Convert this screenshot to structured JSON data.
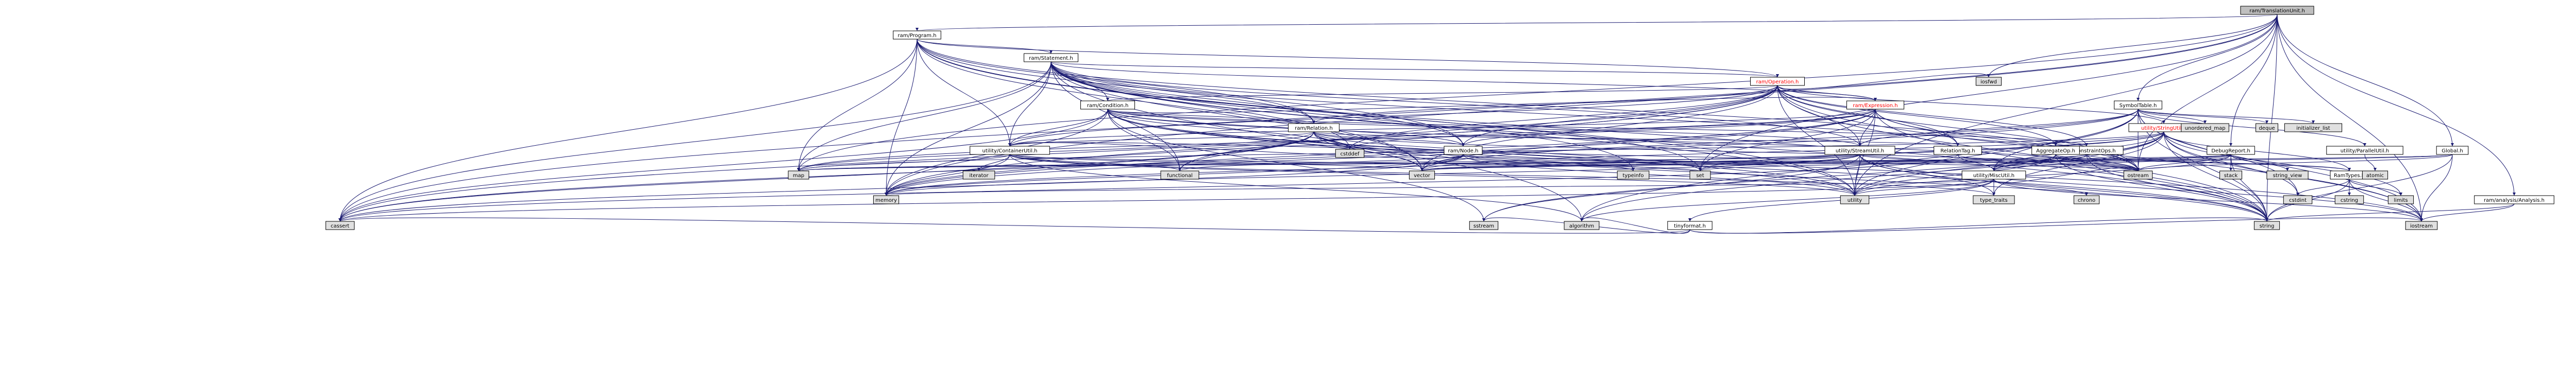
{
  "colors": {
    "edge": "#191970",
    "root_fill": "#bfbfbf",
    "node_fill": "#ffffff",
    "external_fill": "#e0e0e0",
    "red_label": "#ff0000"
  },
  "nodes": [
    {
      "id": "root",
      "label": "ram/TranslationUnit.h",
      "kind": "root"
    },
    {
      "id": "program",
      "label": "ram/Program.h",
      "kind": "internal"
    },
    {
      "id": "statement",
      "label": "ram/Statement.h",
      "kind": "internal"
    },
    {
      "id": "operation",
      "label": "ram/Operation.h",
      "kind": "internal",
      "red": true
    },
    {
      "id": "condition",
      "label": "ram/Condition.h",
      "kind": "internal"
    },
    {
      "id": "expression",
      "label": "ram/Expression.h",
      "kind": "internal",
      "red": true
    },
    {
      "id": "relation",
      "label": "ram/Relation.h",
      "kind": "internal"
    },
    {
      "id": "node",
      "label": "ram/Node.h",
      "kind": "internal"
    },
    {
      "id": "containerutil",
      "label": "utility/ContainerUtil.h",
      "kind": "internal"
    },
    {
      "id": "streamutil",
      "label": "utility/StreamUtil.h",
      "kind": "internal"
    },
    {
      "id": "relationtag",
      "label": "RelationTag.h",
      "kind": "internal"
    },
    {
      "id": "binaryops",
      "label": "BinaryConstraintOps.h",
      "kind": "internal"
    },
    {
      "id": "aggregateop",
      "label": "AggregateOp.h",
      "kind": "internal"
    },
    {
      "id": "stringutil",
      "label": "utility/StringUtil.h",
      "kind": "internal",
      "red": true
    },
    {
      "id": "symboltable",
      "label": "SymbolTable.h",
      "kind": "internal"
    },
    {
      "id": "debugreport",
      "label": "DebugReport.h",
      "kind": "internal"
    },
    {
      "id": "miscutil",
      "label": "utility/MiscUtil.h",
      "kind": "internal"
    },
    {
      "id": "tinyformat",
      "label": "tinyformat.h",
      "kind": "internal"
    },
    {
      "id": "ramtypes",
      "label": "RamTypes.h",
      "kind": "internal"
    },
    {
      "id": "parallelutil",
      "label": "utility/ParallelUtil.h",
      "kind": "internal"
    },
    {
      "id": "global",
      "label": "Global.h",
      "kind": "internal"
    },
    {
      "id": "analysis",
      "label": "ram/analysis/Analysis.h",
      "kind": "internal"
    },
    {
      "id": "cstddef",
      "label": "cstddef",
      "kind": "external"
    },
    {
      "id": "map",
      "label": "map",
      "kind": "external"
    },
    {
      "id": "iterator",
      "label": "iterator",
      "kind": "external"
    },
    {
      "id": "functional",
      "label": "functional",
      "kind": "external"
    },
    {
      "id": "vector",
      "label": "vector",
      "kind": "external"
    },
    {
      "id": "set",
      "label": "set",
      "kind": "external"
    },
    {
      "id": "typeinfo",
      "label": "typeinfo",
      "kind": "external"
    },
    {
      "id": "ostream",
      "label": "ostream",
      "kind": "external"
    },
    {
      "id": "memory",
      "label": "memory",
      "kind": "external"
    },
    {
      "id": "utility",
      "label": "utility",
      "kind": "external"
    },
    {
      "id": "cassert",
      "label": "cassert",
      "kind": "external"
    },
    {
      "id": "sstream",
      "label": "sstream",
      "kind": "external"
    },
    {
      "id": "algorithm",
      "label": "algorithm",
      "kind": "external"
    },
    {
      "id": "string",
      "label": "string",
      "kind": "external"
    },
    {
      "id": "iostream",
      "label": "iostream",
      "kind": "external"
    },
    {
      "id": "typetraits",
      "label": "type_traits",
      "kind": "external"
    },
    {
      "id": "chrono",
      "label": "chrono",
      "kind": "external"
    },
    {
      "id": "cstdint",
      "label": "cstdint",
      "kind": "external"
    },
    {
      "id": "cstring",
      "label": "cstring",
      "kind": "external"
    },
    {
      "id": "limits",
      "label": "limits",
      "kind": "external"
    },
    {
      "id": "iosfwd",
      "label": "iosfwd",
      "kind": "external"
    },
    {
      "id": "unordered_map",
      "label": "unordered_map",
      "kind": "external"
    },
    {
      "id": "deque",
      "label": "deque",
      "kind": "external"
    },
    {
      "id": "initializer_list",
      "label": "initializer_list",
      "kind": "external"
    },
    {
      "id": "stack",
      "label": "stack",
      "kind": "external"
    },
    {
      "id": "string_view",
      "label": "string_view",
      "kind": "external"
    },
    {
      "id": "atomic",
      "label": "atomic",
      "kind": "external"
    }
  ],
  "edges": [
    [
      "root",
      "program"
    ],
    [
      "root",
      "symboltable"
    ],
    [
      "root",
      "global"
    ],
    [
      "root",
      "analysis"
    ],
    [
      "root",
      "debugreport"
    ],
    [
      "root",
      "cassert"
    ],
    [
      "root",
      "memory"
    ],
    [
      "root",
      "map"
    ],
    [
      "root",
      "iostream"
    ],
    [
      "root",
      "string"
    ],
    [
      "root",
      "set"
    ],
    [
      "root",
      "iosfwd"
    ],
    [
      "root",
      "ostream"
    ],
    [
      "root",
      "utility"
    ],
    [
      "program",
      "statement"
    ],
    [
      "program",
      "relation"
    ],
    [
      "program",
      "node"
    ],
    [
      "program",
      "containerutil"
    ],
    [
      "program",
      "operation"
    ],
    [
      "program",
      "map"
    ],
    [
      "program",
      "memory"
    ],
    [
      "program",
      "vector"
    ],
    [
      "program",
      "cassert"
    ],
    [
      "program",
      "ostream"
    ],
    [
      "program",
      "utility"
    ],
    [
      "program",
      "string"
    ],
    [
      "statement",
      "operation"
    ],
    [
      "statement",
      "condition"
    ],
    [
      "statement",
      "expression"
    ],
    [
      "statement",
      "relation"
    ],
    [
      "statement",
      "node"
    ],
    [
      "statement",
      "containerutil"
    ],
    [
      "statement",
      "streamutil"
    ],
    [
      "statement",
      "cassert"
    ],
    [
      "statement",
      "cstddef"
    ],
    [
      "statement",
      "memory"
    ],
    [
      "statement",
      "map"
    ],
    [
      "statement",
      "vector"
    ],
    [
      "statement",
      "string"
    ],
    [
      "statement",
      "utility"
    ],
    [
      "statement",
      "ostream"
    ],
    [
      "statement",
      "typeinfo"
    ],
    [
      "statement",
      "functional"
    ],
    [
      "statement",
      "algorithm"
    ],
    [
      "statement",
      "set"
    ],
    [
      "operation",
      "condition"
    ],
    [
      "operation",
      "expression"
    ],
    [
      "operation",
      "relation"
    ],
    [
      "operation",
      "node"
    ],
    [
      "operation",
      "containerutil"
    ],
    [
      "operation",
      "streamutil"
    ],
    [
      "operation",
      "aggregateop"
    ],
    [
      "operation",
      "relationtag"
    ],
    [
      "operation",
      "binaryops"
    ],
    [
      "operation",
      "stringutil"
    ],
    [
      "operation",
      "iosfwd"
    ],
    [
      "operation",
      "cstddef"
    ],
    [
      "operation",
      "memory"
    ],
    [
      "operation",
      "vector"
    ],
    [
      "operation",
      "cassert"
    ],
    [
      "operation",
      "ostream"
    ],
    [
      "operation",
      "utility"
    ],
    [
      "operation",
      "string"
    ],
    [
      "operation",
      "functional"
    ],
    [
      "operation",
      "iostream"
    ],
    [
      "condition",
      "expression"
    ],
    [
      "condition",
      "relation"
    ],
    [
      "condition",
      "node"
    ],
    [
      "condition",
      "containerutil"
    ],
    [
      "condition",
      "streamutil"
    ],
    [
      "condition",
      "binaryops"
    ],
    [
      "condition",
      "cstddef"
    ],
    [
      "condition",
      "memory"
    ],
    [
      "condition",
      "vector"
    ],
    [
      "condition",
      "cassert"
    ],
    [
      "condition",
      "ostream"
    ],
    [
      "condition",
      "utility"
    ],
    [
      "condition",
      "string"
    ],
    [
      "condition",
      "functional"
    ],
    [
      "condition",
      "sstream"
    ],
    [
      "condition",
      "iostream"
    ],
    [
      "expression",
      "node"
    ],
    [
      "expression",
      "containerutil"
    ],
    [
      "expression",
      "streamutil"
    ],
    [
      "expression",
      "relationtag"
    ],
    [
      "expression",
      "cstddef"
    ],
    [
      "expression",
      "memory"
    ],
    [
      "expression",
      "vector"
    ],
    [
      "expression",
      "cassert"
    ],
    [
      "expression",
      "ostream"
    ],
    [
      "expression",
      "utility"
    ],
    [
      "expression",
      "string"
    ],
    [
      "expression",
      "set"
    ],
    [
      "expression",
      "map"
    ],
    [
      "relation",
      "node"
    ],
    [
      "relation",
      "containerutil"
    ],
    [
      "relation",
      "relationtag"
    ],
    [
      "relation",
      "cstddef"
    ],
    [
      "relation",
      "memory"
    ],
    [
      "relation",
      "vector"
    ],
    [
      "relation",
      "cassert"
    ],
    [
      "relation",
      "ostream"
    ],
    [
      "relation",
      "utility"
    ],
    [
      "relation",
      "string"
    ],
    [
      "relation",
      "map"
    ],
    [
      "relation",
      "functional"
    ],
    [
      "relation",
      "set"
    ],
    [
      "node",
      "containerutil"
    ],
    [
      "node",
      "vector"
    ],
    [
      "node",
      "memory"
    ],
    [
      "node",
      "cassert"
    ],
    [
      "node",
      "ostream"
    ],
    [
      "node",
      "functional"
    ],
    [
      "node",
      "utility"
    ],
    [
      "node",
      "typeinfo"
    ],
    [
      "containerutil",
      "iterator"
    ],
    [
      "containerutil",
      "map"
    ],
    [
      "containerutil",
      "memory"
    ],
    [
      "containerutil",
      "vector"
    ],
    [
      "containerutil",
      "set"
    ],
    [
      "containerutil",
      "utility"
    ],
    [
      "containerutil",
      "functional"
    ],
    [
      "containerutil",
      "typetraits"
    ],
    [
      "containerutil",
      "algorithm"
    ],
    [
      "containerutil",
      "cstddef"
    ],
    [
      "streamutil",
      "containerutil"
    ],
    [
      "streamutil",
      "map"
    ],
    [
      "streamutil",
      "memory"
    ],
    [
      "streamutil",
      "vector"
    ],
    [
      "streamutil",
      "set"
    ],
    [
      "streamutil",
      "ostream"
    ],
    [
      "streamutil",
      "utility"
    ],
    [
      "streamutil",
      "iostream"
    ],
    [
      "streamutil",
      "string"
    ],
    [
      "streamutil",
      "sstream"
    ],
    [
      "streamutil",
      "typetraits"
    ],
    [
      "relationtag",
      "miscutil"
    ],
    [
      "relationtag",
      "cassert"
    ],
    [
      "relationtag",
      "ostream"
    ],
    [
      "binaryops",
      "ramtypes"
    ],
    [
      "binaryops",
      "miscutil"
    ],
    [
      "binaryops",
      "ostream"
    ],
    [
      "binaryops",
      "string"
    ],
    [
      "binaryops",
      "vector"
    ],
    [
      "binaryops",
      "cstdlib"
    ],
    [
      "aggregateop",
      "ramtypes"
    ],
    [
      "aggregateop",
      "miscutil"
    ],
    [
      "aggregateop",
      "cstdlib"
    ],
    [
      "aggregateop",
      "ostream"
    ],
    [
      "aggregateop",
      "string"
    ],
    [
      "aggregateop",
      "utility"
    ],
    [
      "stringutil",
      "ramtypes"
    ],
    [
      "stringutil",
      "miscutil"
    ],
    [
      "stringutil",
      "memory"
    ],
    [
      "stringutil",
      "vector"
    ],
    [
      "stringutil",
      "utility"
    ],
    [
      "stringutil",
      "iostream"
    ],
    [
      "stringutil",
      "string"
    ],
    [
      "stringutil",
      "sstream"
    ],
    [
      "stringutil",
      "algorithm"
    ],
    [
      "stringutil",
      "limits"
    ],
    [
      "stringutil",
      "typetraits"
    ],
    [
      "stringutil",
      "cstdint"
    ],
    [
      "stringutil",
      "cstdlib"
    ],
    [
      "stringutil",
      "map"
    ],
    [
      "stringutil",
      "set"
    ],
    [
      "symboltable",
      "miscutil"
    ],
    [
      "symboltable",
      "parallelutil"
    ],
    [
      "symboltable",
      "streamutil"
    ],
    [
      "symboltable",
      "unordered_map"
    ],
    [
      "symboltable",
      "deque"
    ],
    [
      "symboltable",
      "initializer_list"
    ],
    [
      "symboltable",
      "iostream"
    ],
    [
      "symboltable",
      "string"
    ],
    [
      "symboltable",
      "vector"
    ],
    [
      "symboltable",
      "utility"
    ],
    [
      "symboltable",
      "cstdlib"
    ],
    [
      "symboltable",
      "ostream"
    ],
    [
      "symboltable",
      "memory"
    ],
    [
      "symboltable",
      "algorithm"
    ],
    [
      "symboltable",
      "cstdint"
    ],
    [
      "debugreport",
      "miscutil"
    ],
    [
      "debugreport",
      "ostream"
    ],
    [
      "debugreport",
      "stack"
    ],
    [
      "debugreport",
      "string_view"
    ],
    [
      "debugreport",
      "string"
    ],
    [
      "debugreport",
      "utility"
    ],
    [
      "debugreport",
      "vector"
    ],
    [
      "debugreport",
      "map"
    ],
    [
      "debugreport",
      "set"
    ],
    [
      "miscutil",
      "tinyformat"
    ],
    [
      "miscutil",
      "ostream"
    ],
    [
      "miscutil",
      "chrono"
    ],
    [
      "miscutil",
      "cassert"
    ],
    [
      "miscutil",
      "memory"
    ],
    [
      "miscutil",
      "utility"
    ],
    [
      "miscutil",
      "typetraits"
    ],
    [
      "miscutil",
      "iostream"
    ],
    [
      "miscutil",
      "algorithm"
    ],
    [
      "miscutil",
      "cstdlib"
    ],
    [
      "tinyformat",
      "cassert"
    ],
    [
      "tinyformat",
      "sstream"
    ],
    [
      "tinyformat",
      "algorithm"
    ],
    [
      "tinyformat",
      "iostream"
    ],
    [
      "tinyformat",
      "string"
    ],
    [
      "ramtypes",
      "cstdint"
    ],
    [
      "ramtypes",
      "cstring"
    ],
    [
      "ramtypes",
      "limits"
    ],
    [
      "ramtypes",
      "string"
    ],
    [
      "ramtypes",
      "iostream"
    ],
    [
      "parallelutil",
      "atomic"
    ],
    [
      "global",
      "iostream"
    ],
    [
      "global",
      "string"
    ],
    [
      "global",
      "map"
    ],
    [
      "global",
      "ostream"
    ],
    [
      "global",
      "vector"
    ],
    [
      "analysis",
      "iostream"
    ],
    [
      "analysis",
      "string"
    ]
  ]
}
